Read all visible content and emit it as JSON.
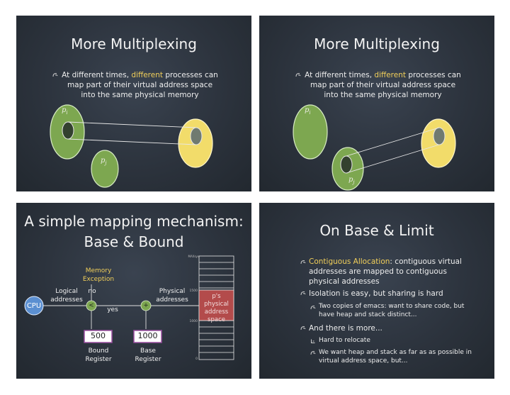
{
  "slide1": {
    "title": "More Multiplexing",
    "bullet_pre": "At different times, ",
    "bullet_hl": "different",
    "bullet_post": " processes can map part of their virtual address space into the same physical memory",
    "p_i": "p",
    "p_i_sub": "i",
    "p_j": "p",
    "p_j_sub": "j"
  },
  "slide2": {
    "title": "More Multiplexing",
    "bullet_pre": "At different times, ",
    "bullet_hl": "different",
    "bullet_post": " processes can map part of their virtual address space into the same physical memory",
    "p_i": "p",
    "p_i_sub": "i",
    "p_j": "p",
    "p_j_sub": "j"
  },
  "slide3": {
    "title_line1": "A simple mapping mechanism:",
    "title_line2": "Base & Bound",
    "memory_exception": "Memory Exception",
    "logical_addresses": "Logical addresses",
    "physical_addresses": "Physical addresses",
    "no": "no",
    "yes": "yes",
    "cpu": "CPU",
    "compare_op": "<",
    "add_op": "+",
    "bound_value": "500",
    "base_value": "1000",
    "bound_register": "Bound Register",
    "base_register": "Base Register",
    "ps_physical": "p's physical address space",
    "mem_max": "MAXsys",
    "mem_1500": "1500",
    "mem_1000": "1000",
    "mem_0": "0"
  },
  "slide4": {
    "title": "On Base & Limit",
    "b1_hl": "Contiguous Allocation",
    "b1_rest": ": contiguous virtual addresses are mapped to contiguous physical addresses",
    "b2": "Isolation is easy, but sharing is hard",
    "b2_sub": "Two copies of emacs: want to share code, but have heap and stack distinct...",
    "b3": "And there is more...",
    "b3_sub1": "Hard to relocate",
    "b3_sub2": "We want heap and stack as far as as possible in virtual address space, but..."
  },
  "colors": {
    "green": "#7da750",
    "yellow": "#f2dc6a",
    "highlight": "#f1cf5a",
    "red_block": "#b34b4b",
    "cpu_blue": "#5b8fd1"
  }
}
